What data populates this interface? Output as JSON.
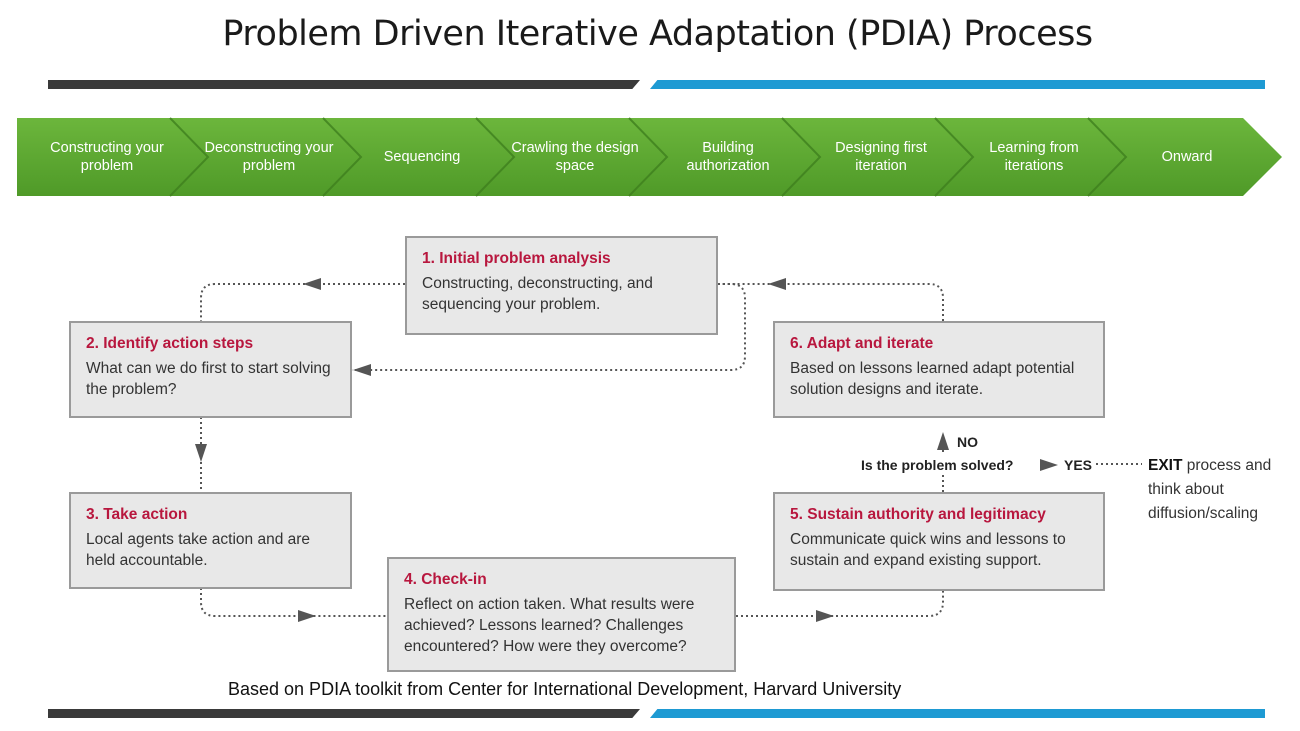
{
  "title": "Problem Driven Iterative Adaptation (PDIA) Process",
  "steps": [
    "Constructing your problem",
    "Deconstructing your problem",
    "Sequencing",
    "Crawling the design space",
    "Building authorization",
    "Designing first iteration",
    "Learning from iterations",
    "Onward"
  ],
  "boxes": [
    {
      "title": "1. Initial problem analysis",
      "text": "Constructing, deconstructing, and sequencing your problem."
    },
    {
      "title": "2. Identify action steps",
      "text": "What can we do first to start solving the problem?"
    },
    {
      "title": "3. Take action",
      "text": "Local agents take action and are held accountable."
    },
    {
      "title": "4. Check-in",
      "text": "Reflect on action taken. What results were achieved? Lessons learned? Challenges encountered? How were they overcome?"
    },
    {
      "title": "5. Sustain authority and legitimacy",
      "text": "Communicate quick wins and lessons to sustain and expand existing support."
    },
    {
      "title": "6. Adapt and iterate",
      "text": "Based on lessons learned adapt potential solution designs and iterate."
    }
  ],
  "decision": {
    "question": "Is the problem solved?",
    "no": "NO",
    "yes": "YES"
  },
  "exit": {
    "bold": "EXIT",
    "rest": "process and think about diffusion/scaling"
  },
  "credit": "Based on PDIA toolkit from Center for International Development, Harvard University",
  "colors": {
    "green": "#5aa52f",
    "blue": "#1e9ad3",
    "dark": "#3a3a3a",
    "red": "#b8173e"
  }
}
